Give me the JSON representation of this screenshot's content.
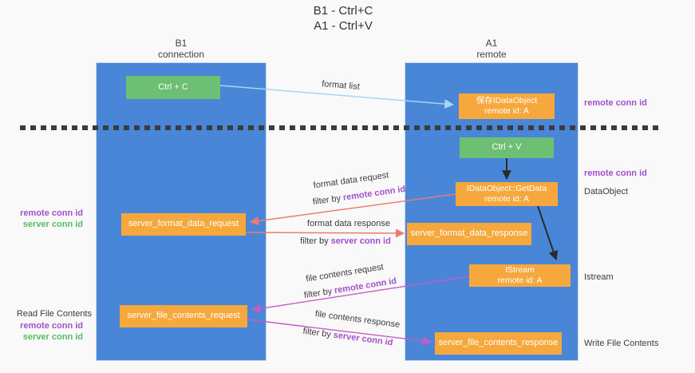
{
  "title": {
    "line1": "B1 - Ctrl+C",
    "line2": "A1 - Ctrl+V"
  },
  "lifelines": {
    "b1": {
      "name": "B1",
      "subtitle": "connection"
    },
    "a1": {
      "name": "A1",
      "subtitle": "remote"
    }
  },
  "boxes": {
    "ctrl_c": {
      "label": "Ctrl + C"
    },
    "save_dataobject": {
      "line1": "保存IDataObject",
      "line2": "remote id: A"
    },
    "ctrl_v": {
      "label": "Ctrl + V"
    },
    "getdata": {
      "line1": "IDataObject::GetData",
      "line2": "remote id: A"
    },
    "server_format_data_request": {
      "label": "server_format_data_request"
    },
    "server_format_data_response": {
      "label": "server_format_data_response"
    },
    "istream": {
      "line1": "IStream",
      "line2": "remote id: A"
    },
    "server_file_contents_request": {
      "label": "server_file_contents_request"
    },
    "server_file_contents_response": {
      "label": "server_file_contents_response"
    }
  },
  "flow_labels": {
    "format_list": "format list",
    "format_data_request": {
      "line1": "format data request",
      "filter_prefix": "filter by",
      "filter_key": "remote conn id"
    },
    "format_data_response": {
      "line1": "format data response",
      "filter_prefix": "filter by",
      "filter_key": "server conn id"
    },
    "file_contents_request": {
      "line1": "file contents request",
      "filter_prefix": "filter by",
      "filter_key": "remote conn id"
    },
    "file_contents_response": {
      "line1": "file contents response",
      "filter_prefix": "filter by",
      "filter_key": "server conn id"
    }
  },
  "left_annotations": {
    "format": {
      "remote": "remote conn id",
      "server": "server conn id"
    },
    "file": {
      "title": "Read File Contents",
      "remote": "remote conn id",
      "server": "server conn id"
    }
  },
  "right_annotations": {
    "top_remote_conn": "remote conn id",
    "mid_remote_conn": "remote conn id",
    "dataobject": "DataObject",
    "istream": "Istream",
    "write_file": "Write File Contents"
  },
  "colors": {
    "lifeline_blue": "#4a86d8",
    "box_green": "#6dbf73",
    "box_orange": "#f7a83c",
    "label_purple": "#a44fcb",
    "label_green": "#57bb61",
    "arrow_salmon": "#ed7a72",
    "arrow_magenta": "#c75bc7",
    "arrow_lightblue": "#a6d5f2",
    "arrow_black": "#2b2b2b",
    "dash_gray": "#3b3b3b"
  }
}
